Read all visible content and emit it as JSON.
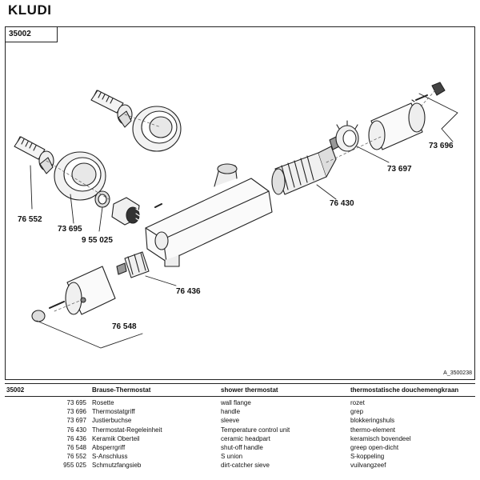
{
  "brand": "KLUDI",
  "model_code": "35002",
  "drawing_id": "A_3500238",
  "callouts": {
    "c73696": "73 696",
    "c73697": "73 697",
    "c76430": "76 430",
    "c76552": "76 552",
    "c73695": "73 695",
    "c955025": "9 55 025",
    "c76436": "76 436",
    "c76548": "76 548"
  },
  "table": {
    "header": {
      "code": "35002",
      "de": "Brause-Thermostat",
      "en": "shower thermostat",
      "nl": "thermostatische douchemengkraan"
    },
    "rows": [
      {
        "num": "73 695",
        "de": "Rosette",
        "en": "wall flange",
        "nl": "rozet"
      },
      {
        "num": "73 696",
        "de": "Thermostatgriff",
        "en": "handle",
        "nl": "grep"
      },
      {
        "num": "73 697",
        "de": "Justierbuchse",
        "en": "sleeve",
        "nl": "blokkeringshuls"
      },
      {
        "num": "76 430",
        "de": "Thermostat-Regeleinheit",
        "en": "Temperature control unit",
        "nl": "thermo-element"
      },
      {
        "num": "76 436",
        "de": "Keramik Oberteil",
        "en": "ceramic headpart",
        "nl": "keramisch bovendeel"
      },
      {
        "num": "76 548",
        "de": "Absperrgriff",
        "en": "shut-off handle",
        "nl": "greep open-dicht"
      },
      {
        "num": "76 552",
        "de": "S-Anschluss",
        "en": "S union",
        "nl": "S-koppeling"
      },
      {
        "num": "955 025",
        "de": "Schmutzfangsieb",
        "en": "dirt-catcher sieve",
        "nl": "vuilvangzeef"
      }
    ]
  }
}
